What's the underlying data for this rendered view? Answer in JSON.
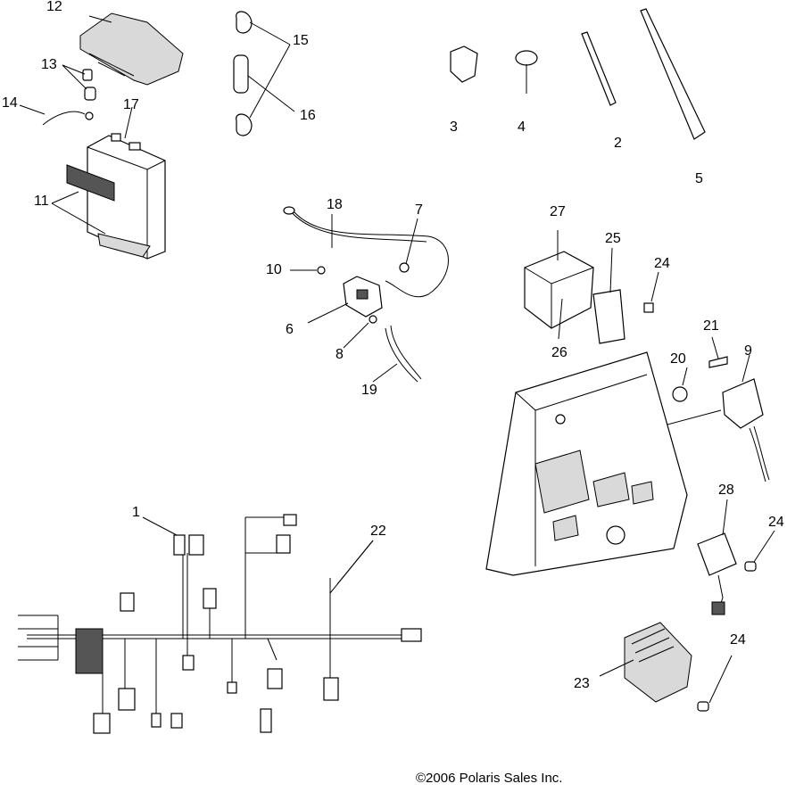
{
  "callouts": {
    "c1": "1",
    "c2": "2",
    "c3": "3",
    "c4": "4",
    "c5": "5",
    "c6": "6",
    "c7": "7",
    "c8": "8",
    "c9": "9",
    "c10": "10",
    "c11": "11",
    "c12": "12",
    "c13": "13",
    "c14": "14",
    "c15": "15",
    "c16": "16",
    "c17": "17",
    "c18": "18",
    "c19": "19",
    "c20": "20",
    "c21": "21",
    "c22": "22",
    "c23": "23",
    "c24a": "24",
    "c24b": "24",
    "c24c": "24",
    "c25": "25",
    "c26": "26",
    "c27": "27",
    "c28": "28"
  },
  "copyright": "©2006 Polaris Sales Inc."
}
